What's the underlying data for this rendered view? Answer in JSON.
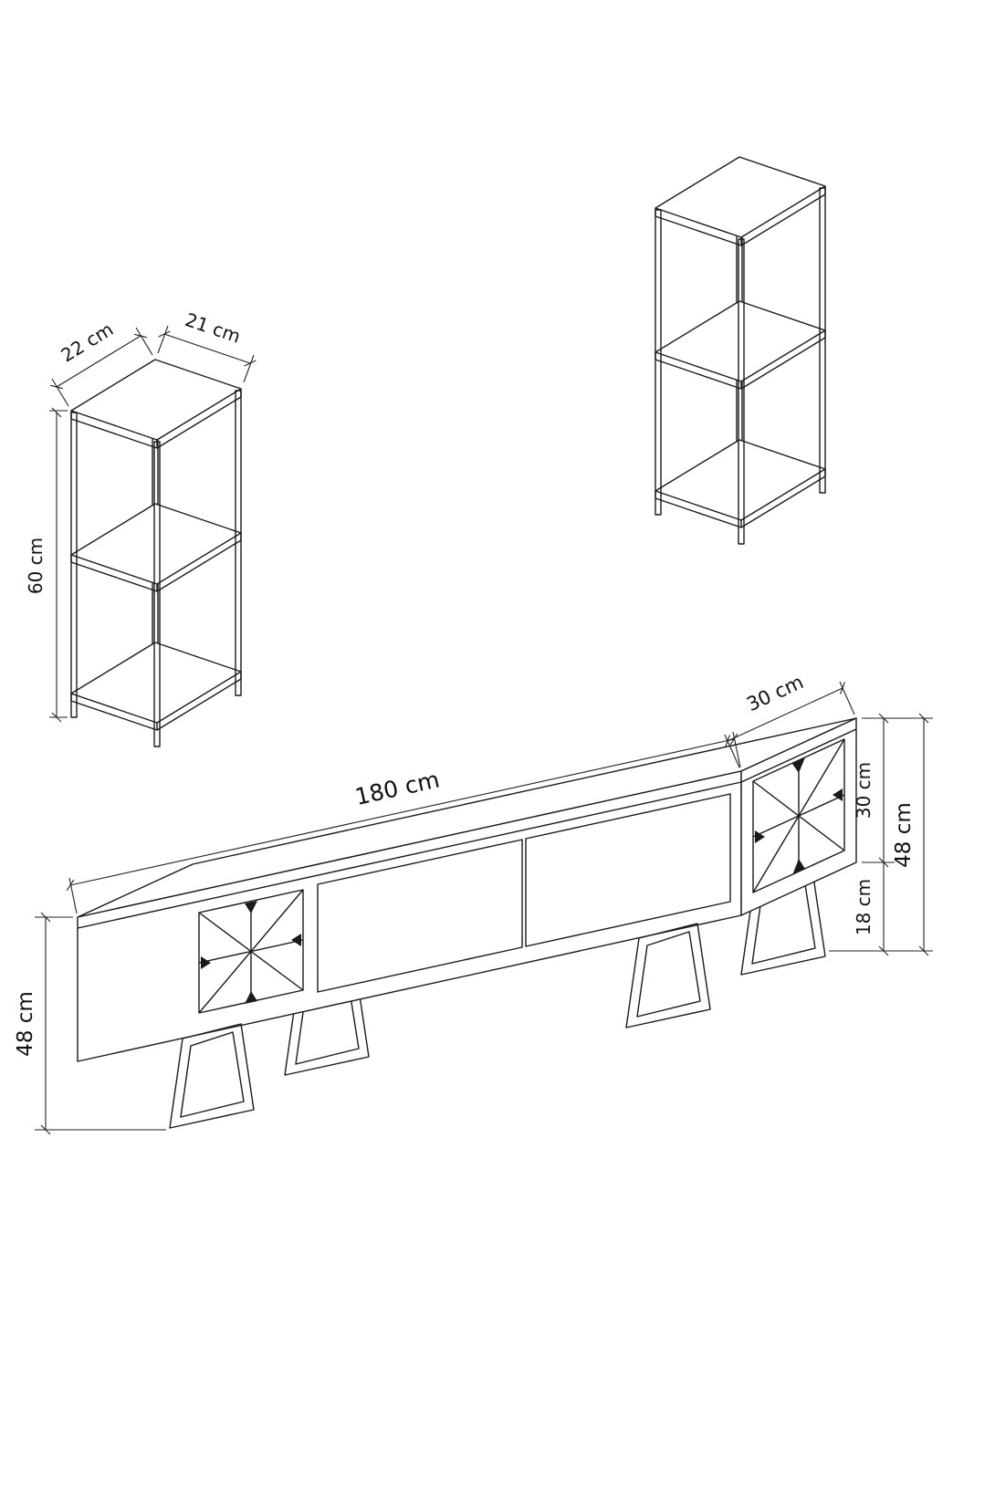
{
  "diagram": {
    "colors": {
      "line": "#1a1a1a",
      "background": "#ffffff"
    },
    "small_table": {
      "width_label": "22 cm",
      "depth_label": "21 cm",
      "height_label": "60 cm"
    },
    "tv_unit": {
      "length_label": "180 cm",
      "depth_label": "30 cm",
      "body_height_label": "30 cm",
      "leg_height_label": "18 cm",
      "total_height_label": "48 cm",
      "left_height_label": "48 cm"
    }
  }
}
